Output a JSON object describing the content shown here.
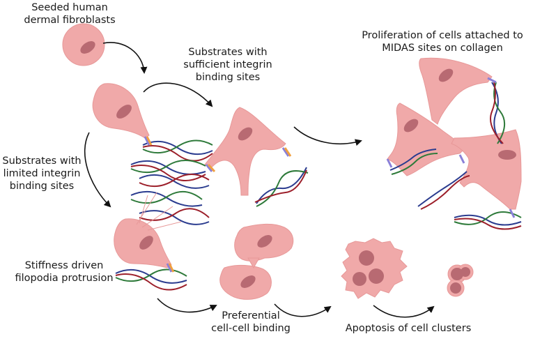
{
  "labels": {
    "seeded": [
      "Seeded human",
      "dermal fibroblasts"
    ],
    "sufficient": [
      "Substrates with",
      "sufficient integrin",
      "binding sites"
    ],
    "proliferation": [
      "Proliferation of cells attached to",
      "MIDAS sites on collagen"
    ],
    "limited": [
      "Substrates with",
      "limited integrin",
      "binding sites"
    ],
    "stiffness": [
      "Stiffness driven",
      "filopodia protrusion"
    ],
    "preferential": [
      "Preferential",
      "cell-cell binding"
    ],
    "apoptosis": [
      "Apoptosis of cell clusters"
    ]
  },
  "colors": {
    "cell": "#f0a9a9",
    "nucleus": "#b86a72",
    "strand_blue": "#2b3c8f",
    "strand_green": "#2e7a3a",
    "strand_red": "#9c1f2a",
    "integrin_orange": "#f0a040",
    "integrin_purple": "#8a80d8"
  }
}
